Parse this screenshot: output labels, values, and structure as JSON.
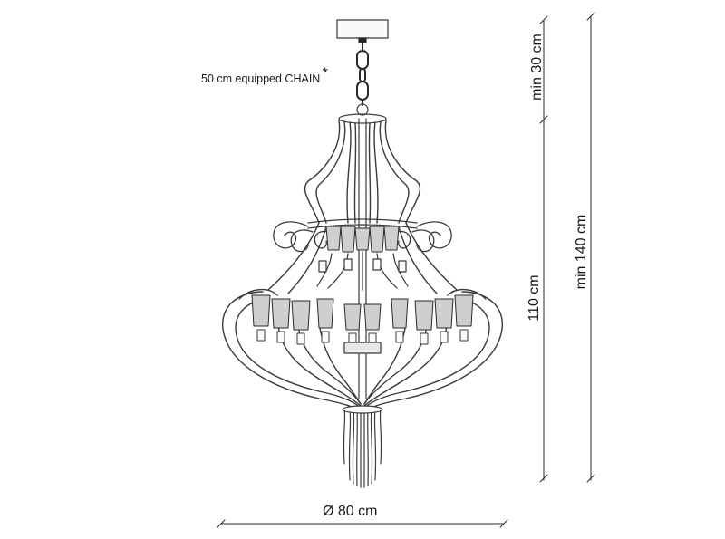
{
  "annotations": {
    "chain_note": "50 cm equipped CHAIN",
    "chain_note_mark": "*",
    "diameter": "Ø 80 cm",
    "min_ceiling": "min 30 cm",
    "body_height": "110 cm",
    "min_total": "min 140 cm"
  },
  "colors": {
    "line": "#3a3a3a",
    "shade_fill": "#cfcfcf",
    "chain": "#2a2a2a"
  }
}
